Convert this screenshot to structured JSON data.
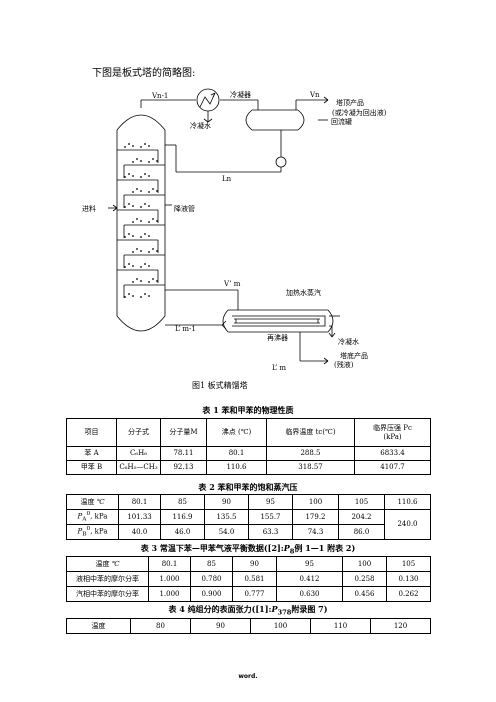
{
  "intro": "下图是板式塔的简略图:",
  "diagram": {
    "labels": {
      "vn_minus_1": "Vn-1",
      "condenser": "冷凝器",
      "cooling_water_top": "冷凝水",
      "vn": "Vn",
      "top_product_1": "塔顶产品",
      "top_product_2": "(或冷凝为回出液)",
      "reflux_tank": "回流罐",
      "ln": "Ln",
      "feed": "进料",
      "downcomer": "降液管",
      "v_prime_m": "V’ m",
      "steam": "加热水蒸汽",
      "l_prime_m_minus_1": "L’ m-1",
      "reboiler": "再沸器",
      "cooling_water_bottom": "冷凝水",
      "l_prime_m": "L’ m",
      "bottom_product_1": "塔底产品",
      "bottom_product_2": "(残液)"
    },
    "figure_caption": "图1    板式精馏塔"
  },
  "table1": {
    "title": "表 1    苯和甲苯的物理性质",
    "header": [
      "项目",
      "分子式",
      "分子量M",
      "沸点 (℃)",
      "临界温度 tc(℃)",
      "临界压强 Pc",
      "(kPa)"
    ],
    "rows": [
      [
        "苯 A",
        "C₆H₆",
        "78.11",
        "80.1",
        "288.5",
        "6833.4"
      ],
      [
        "甲苯 B",
        "C₆H₅—CH₃",
        "92.13",
        "110.6",
        "318.57",
        "4107.7"
      ]
    ]
  },
  "table2": {
    "title": "表 2    苯和甲苯的饱和蒸汽压",
    "temp_label": "温度",
    "temp_unit": "℃",
    "pa_label": "P",
    "pa_sub": "A",
    "pb_sub": "B",
    "p_sup": "0",
    "p_unit": ", kPa",
    "temps": [
      "80.1",
      "85",
      "90",
      "95",
      "100",
      "105",
      "110.6"
    ],
    "pa": [
      "101.33",
      "116.9",
      "135.5",
      "155.7",
      "179.2",
      "204.2"
    ],
    "pb": [
      "40.0",
      "46.0",
      "54.0",
      "63.3",
      "74.3",
      "86.0"
    ],
    "merged": "240.0"
  },
  "table3": {
    "title_main": "表 3    常温下苯—甲苯气液平衡数据([2]:",
    "title_p": "P",
    "title_sub": "8",
    "title_rest": "例 1—1 附表 2)",
    "temp_label": "温度",
    "temp_unit": "℃",
    "temps": [
      "80.1",
      "85",
      "90",
      "95",
      "100",
      "105"
    ],
    "liquid_label": "液相中苯的摩尔分率",
    "liquid": [
      "1.000",
      "0.780",
      "0.581",
      "0.412",
      "0.258",
      "0.130"
    ],
    "vapor_label": "汽相中苯的摩尔分率",
    "vapor": [
      "1.000",
      "0.900",
      "0.777",
      "0.630",
      "0.456",
      "0.262"
    ]
  },
  "table4": {
    "title_main": "表 4    纯组分的表面张力([1]:",
    "title_p": "P",
    "title_sub": "378",
    "title_rest": "附录图 7)",
    "header": [
      "温度",
      "80",
      "90",
      "100",
      "110",
      "120"
    ]
  },
  "footer": "word."
}
